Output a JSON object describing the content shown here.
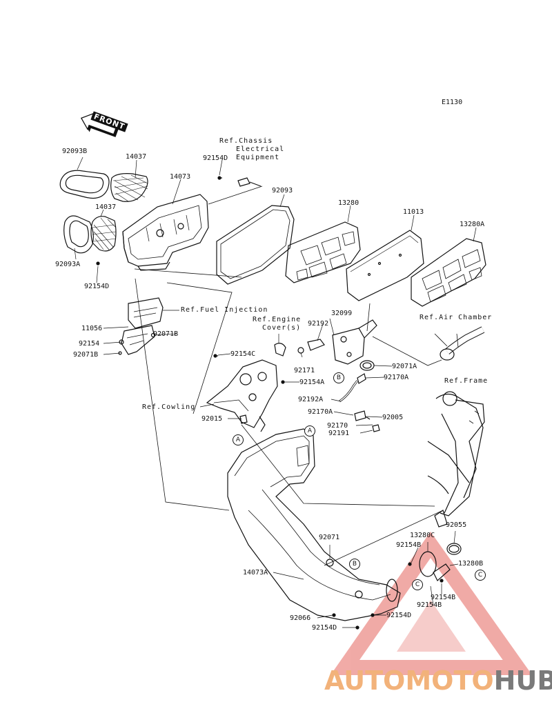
{
  "diagram_code": "E1130",
  "front_label": "FRONT",
  "part_labels": [
    {
      "id": "l1",
      "text": "92093B"
    },
    {
      "id": "l2",
      "text": "14037"
    },
    {
      "id": "l3",
      "text": "92154D"
    },
    {
      "id": "l4",
      "text": "14073"
    },
    {
      "id": "l5",
      "text": "14037"
    },
    {
      "id": "l6",
      "text": "92093"
    },
    {
      "id": "l7",
      "text": "13280"
    },
    {
      "id": "l8",
      "text": "11013"
    },
    {
      "id": "l9",
      "text": "13280A"
    },
    {
      "id": "l10",
      "text": "92093A"
    },
    {
      "id": "l11",
      "text": "92154D"
    },
    {
      "id": "l12",
      "text": "11056"
    },
    {
      "id": "l13",
      "text": "92071B"
    },
    {
      "id": "l14",
      "text": "92154"
    },
    {
      "id": "l15",
      "text": "92071B"
    },
    {
      "id": "l16",
      "text": "92192"
    },
    {
      "id": "l17",
      "text": "32099"
    },
    {
      "id": "l18",
      "text": "92154C"
    },
    {
      "id": "l19",
      "text": "92171"
    },
    {
      "id": "l20",
      "text": "92071A"
    },
    {
      "id": "l21",
      "text": "92154A"
    },
    {
      "id": "l22",
      "text": "92170A"
    },
    {
      "id": "l23",
      "text": "92192A"
    },
    {
      "id": "l24",
      "text": "92015"
    },
    {
      "id": "l25",
      "text": "92170A"
    },
    {
      "id": "l26",
      "text": "92005"
    },
    {
      "id": "l27",
      "text": "92170"
    },
    {
      "id": "l28",
      "text": "92191"
    },
    {
      "id": "l29",
      "text": "92071"
    },
    {
      "id": "l30",
      "text": "92055"
    },
    {
      "id": "l31",
      "text": "13280C"
    },
    {
      "id": "l32",
      "text": "92154B"
    },
    {
      "id": "l33",
      "text": "13280B"
    },
    {
      "id": "l34",
      "text": "14073A"
    },
    {
      "id": "l35",
      "text": "92154B"
    },
    {
      "id": "l36",
      "text": "92154B"
    },
    {
      "id": "l37",
      "text": "92066"
    },
    {
      "id": "l38",
      "text": "92154D"
    },
    {
      "id": "l39",
      "text": "92154D"
    }
  ],
  "ref_labels": {
    "chassis_1": "Ref.Chassis",
    "chassis_2": "Electrical",
    "chassis_3": "Equipment",
    "fuel": "Ref.Fuel Injection",
    "engine_1": "Ref.Engine",
    "engine_2": "Cover(s)",
    "air": "Ref.Air Chamber",
    "cowling": "Ref.Cowling",
    "frame": "Ref.Frame"
  },
  "callouts": {
    "a1": "A",
    "a2": "A",
    "b1": "B",
    "b2": "B",
    "c1": "C",
    "c2": "C"
  },
  "watermark": {
    "part1": "AUTOMOTO",
    "part2": "HUB"
  },
  "colors": {
    "line": "#111111",
    "watermark_red": "#e0443c",
    "watermark_orange": "#f2b27a",
    "watermark_gray": "#7a7a7a"
  }
}
